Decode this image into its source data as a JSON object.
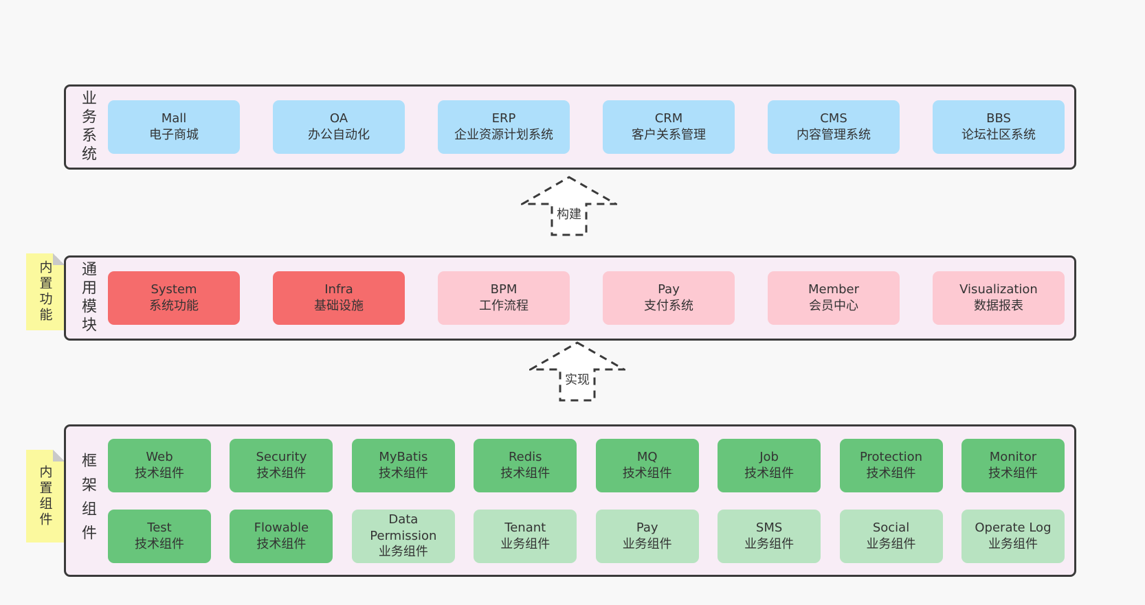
{
  "page": {
    "background": "#f8f8f8"
  },
  "colors": {
    "panel_bg": "#f8edf6",
    "panel_border": "#3a3a3a",
    "blue_box": "#aedffb",
    "red_box": "#f56c6c",
    "pink_box": "#fdc9d2",
    "green_dark_box": "#68c57b",
    "green_light_box": "#b8e3c1",
    "note_bg": "#fbf99e",
    "note_fold": "#c9c9c9",
    "text": "#333333"
  },
  "arrows": [
    {
      "label": "构建"
    },
    {
      "label": "实现"
    }
  ],
  "layers": [
    {
      "label": "业务系统",
      "boxes": [
        {
          "title": "Mall",
          "subtitle": "电子商城"
        },
        {
          "title": "OA",
          "subtitle": "办公自动化"
        },
        {
          "title": "ERP",
          "subtitle": "企业资源计划系统"
        },
        {
          "title": "CRM",
          "subtitle": "客户关系管理"
        },
        {
          "title": "CMS",
          "subtitle": "内容管理系统"
        },
        {
          "title": "BBS",
          "subtitle": "论坛社区系统"
        }
      ]
    },
    {
      "label": "通用模块",
      "note": "内置功能",
      "boxes": [
        {
          "title": "System",
          "subtitle": "系统功能"
        },
        {
          "title": "Infra",
          "subtitle": "基础设施"
        },
        {
          "title": "BPM",
          "subtitle": "工作流程"
        },
        {
          "title": "Pay",
          "subtitle": "支付系统"
        },
        {
          "title": "Member",
          "subtitle": "会员中心"
        },
        {
          "title": "Visualization",
          "subtitle": "数据报表"
        }
      ]
    },
    {
      "label": "框架组件",
      "note": "内置组件",
      "rows": [
        [
          {
            "title": "Web",
            "subtitle": "技术组件"
          },
          {
            "title": "Security",
            "subtitle": "技术组件"
          },
          {
            "title": "MyBatis",
            "subtitle": "技术组件"
          },
          {
            "title": "Redis",
            "subtitle": "技术组件"
          },
          {
            "title": "MQ",
            "subtitle": "技术组件"
          },
          {
            "title": "Job",
            "subtitle": "技术组件"
          },
          {
            "title": "Protection",
            "subtitle": "技术组件"
          },
          {
            "title": "Monitor",
            "subtitle": "技术组件"
          }
        ],
        [
          {
            "title": "Test",
            "subtitle": "技术组件"
          },
          {
            "title": "Flowable",
            "subtitle": "技术组件"
          },
          {
            "title": "Data Permission",
            "subtitle": "业务组件"
          },
          {
            "title": "Tenant",
            "subtitle": "业务组件"
          },
          {
            "title": "Pay",
            "subtitle": "业务组件"
          },
          {
            "title": "SMS",
            "subtitle": "业务组件"
          },
          {
            "title": "Social",
            "subtitle": "业务组件"
          },
          {
            "title": "Operate Log",
            "subtitle": "业务组件"
          }
        ]
      ]
    }
  ]
}
